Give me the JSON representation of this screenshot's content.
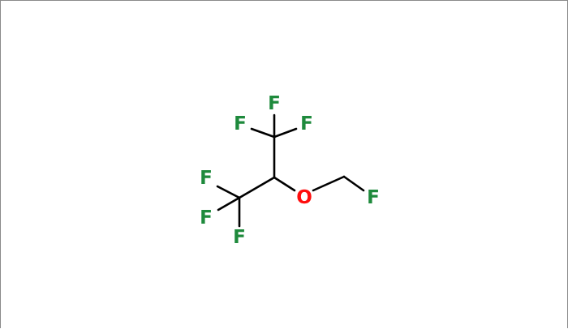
{
  "molecule": {
    "atoms": [
      {
        "id": "F1",
        "label": "F",
        "color": "#1e8a3c"
      },
      {
        "id": "F2",
        "label": "F",
        "color": "#1e8a3c"
      },
      {
        "id": "F3",
        "label": "F",
        "color": "#1e8a3c"
      },
      {
        "id": "F4",
        "label": "F",
        "color": "#1e8a3c"
      },
      {
        "id": "F5",
        "label": "F",
        "color": "#1e8a3c"
      },
      {
        "id": "F6",
        "label": "F",
        "color": "#1e8a3c"
      },
      {
        "id": "F7",
        "label": "F",
        "color": "#1e8a3c"
      },
      {
        "id": "O1",
        "label": "O",
        "color": "#ff0d0d"
      }
    ],
    "bond_color": "#000000"
  }
}
